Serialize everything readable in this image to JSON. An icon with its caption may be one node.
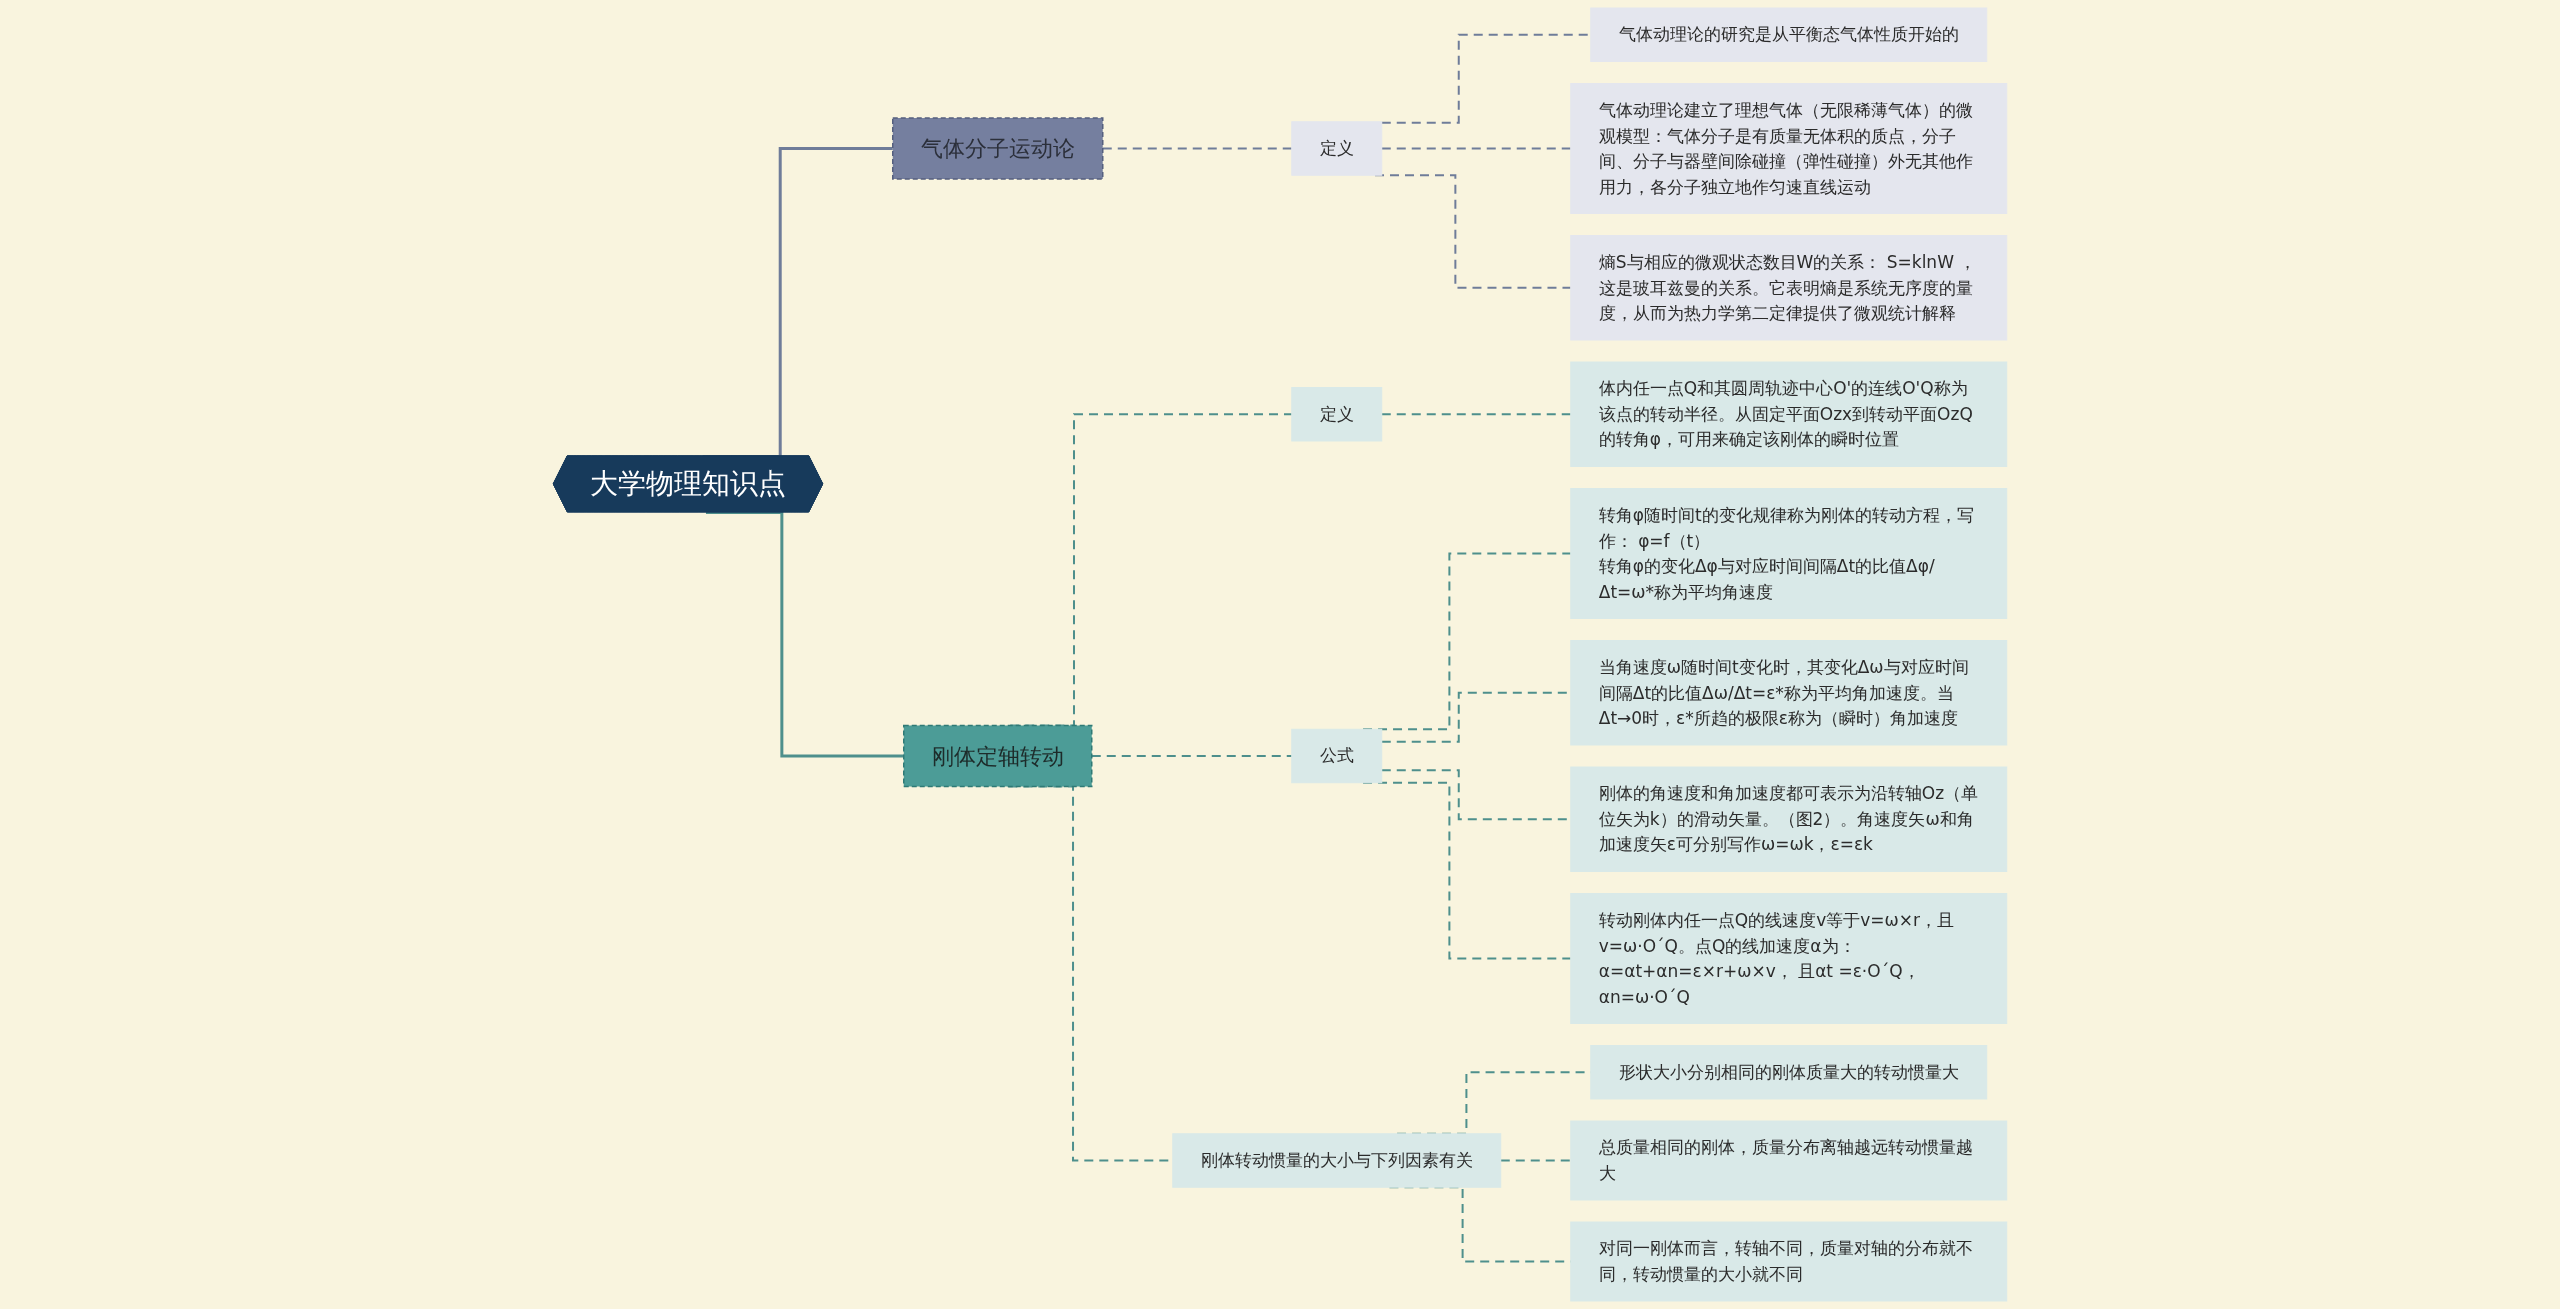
{
  "diagram": {
    "nodes": [
      {
        "text": [
          "大学物理知识点"
        ]
      },
      {
        "text": [
          "气体分子运动论"
        ]
      },
      {
        "text": [
          "定义"
        ]
      },
      {
        "text": [
          "气体动理论的研究是从平衡态气体性质开始的"
        ]
      },
      {
        "text": [
          "气体动理论建立了理想气体（无限稀薄气体）的微观模型：气体分子是有质量无体积的质点，分子间、分子与器壁间除碰撞（弹性碰撞）外无其他作用力，各分子独立地作匀速直线运动"
        ]
      },
      {
        "text": [
          "熵S与相应的微观状态数目W的关系： S=klnW ，这是玻耳兹曼的关系。它表明熵是系统无序度的量度，从而为热力学第二定律提供了微观统计解释"
        ]
      },
      {
        "text": [
          "刚体定轴转动"
        ]
      },
      {
        "text": [
          "定义"
        ]
      },
      {
        "text": [
          "体内任一点Q和其圆周轨迹中心O'的连线O'Q称为该点的转动半径。从固定平面Ozx到转动平面OzQ的转角φ，可用来确定该刚体的瞬时位置"
        ]
      },
      {
        "text": [
          "公式"
        ]
      },
      {
        "text": [
          "转角φ随时间t的变化规律称为刚体的转动方程，写作： φ=f（t）",
          "转角φ的变化Δφ与对应时间间隔Δt的比值Δφ/Δt=ω*称为平均角速度"
        ]
      },
      {
        "text": [
          "当角速度ω随时间t变化时，其变化Δω与对应时间间隔Δt的比值Δω/Δt=ε*称为平均角加速度。当Δt→0时，ε*所趋的极限ε称为（瞬时）角加速度"
        ]
      },
      {
        "text": [
          "刚体的角速度和角加速度都可表示为沿转轴Oz（单位矢为k）的滑动矢量。（图2）。角速度矢ω和角加速度矢ε可分别写作ω=ωk，ε=εk"
        ]
      },
      {
        "text": [
          "转动刚体内任一点Q的线速度v等于v=ω×r，且v=ω·O´Q。点Q的线加速度α为： α=αt+αn=ε×r+ω×v， 且αt =ε·O´Q， αn=ω·O´Q"
        ]
      },
      {
        "text": [
          "刚体转动惯量的大小与下列因素有关"
        ]
      },
      {
        "text": [
          "形状大小分别相同的刚体质量大的转动惯量大"
        ]
      },
      {
        "text": [
          "总质量相同的刚体，质量分布离轴越远转动惯量越大"
        ]
      },
      {
        "text": [
          "对同一刚体而言，转轴不同，质量对轴的分布就不同，转动惯量的大小就不同"
        ]
      }
    ],
    "edges": [
      {
        "from": 0,
        "to": 1,
        "arrow": "none",
        "color": "#6f7c99"
      },
      {
        "from": 1,
        "to": 2,
        "arrow": "none",
        "style": "dashed",
        "color": "#6f7c99"
      },
      {
        "from": 2,
        "to": 3,
        "arrow": "none",
        "style": "dashed",
        "color": "#6f7c99"
      },
      {
        "from": 2,
        "to": 4,
        "arrow": "none",
        "style": "dashed",
        "color": "#6f7c99"
      },
      {
        "from": 2,
        "to": 5,
        "arrow": "none",
        "style": "dashed",
        "color": "#6f7c99"
      },
      {
        "from": 0,
        "to": 6,
        "arrow": "none"
      },
      {
        "from": 6,
        "to": 7,
        "arrow": "none",
        "style": "dashed"
      },
      {
        "from": 7,
        "to": 8,
        "arrow": "none",
        "style": "dashed"
      },
      {
        "from": 6,
        "to": 9,
        "arrow": "none",
        "style": "dashed"
      },
      {
        "from": 9,
        "to": 10,
        "arrow": "none",
        "style": "dashed"
      },
      {
        "from": 9,
        "to": 11,
        "arrow": "none",
        "style": "dashed"
      },
      {
        "from": 9,
        "to": 12,
        "arrow": "none",
        "style": "dashed"
      },
      {
        "from": 9,
        "to": 13,
        "arrow": "none",
        "style": "dashed"
      },
      {
        "from": 6,
        "to": 14,
        "arrow": "none",
        "style": "dashed"
      },
      {
        "from": 14,
        "to": 15,
        "arrow": "none",
        "style": "dashed"
      },
      {
        "from": 14,
        "to": 16,
        "arrow": "none",
        "style": "dashed"
      },
      {
        "from": 14,
        "to": 17,
        "arrow": "none",
        "style": "dashed"
      }
    ]
  }
}
